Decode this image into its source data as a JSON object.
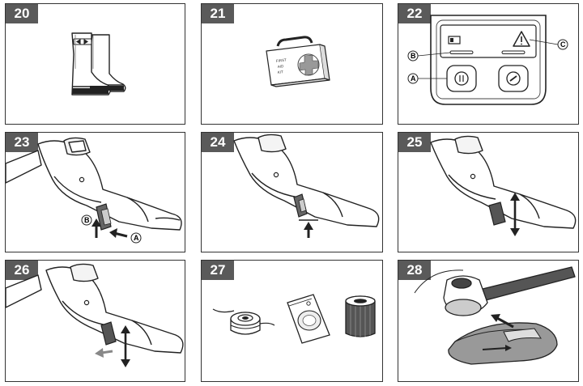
{
  "panels": [
    {
      "number": "20",
      "icon": "rubber-boots"
    },
    {
      "number": "21",
      "icon": "first-aid-kit",
      "kit_lines": [
        "FIRST",
        "AID",
        "KIT"
      ]
    },
    {
      "number": "22",
      "icon": "control-panel",
      "callouts": {
        "a": "A",
        "b": "B",
        "c": "C"
      }
    },
    {
      "number": "23",
      "icon": "handle-release-lever",
      "callouts": {
        "a": "A",
        "b": "B"
      }
    },
    {
      "number": "24",
      "icon": "handle-lever-push"
    },
    {
      "number": "25",
      "icon": "handle-lever-up-down"
    },
    {
      "number": "26",
      "icon": "handle-lever-adjust"
    },
    {
      "number": "27",
      "icon": "spare-parts"
    },
    {
      "number": "28",
      "icon": "guard-attachment"
    }
  ]
}
